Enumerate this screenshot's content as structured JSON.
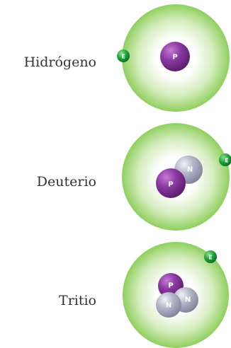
{
  "atoms": [
    {
      "name": "Hidrógeno",
      "particles": {
        "proton": "P",
        "electron": "E"
      }
    },
    {
      "name": "Deuterio",
      "particles": {
        "proton": "P",
        "neutron": "N",
        "electron": "E"
      }
    },
    {
      "name": "Tritio",
      "particles": {
        "proton": "P",
        "neutron1": "N",
        "neutron2": "N",
        "electron": "E"
      }
    }
  ],
  "colors": {
    "cloud_outer": "#8ccf5a",
    "cloud_inner": "#ffffff",
    "proton": "#7b2c8f",
    "neutron": "#9a9cb0",
    "electron": "#1e9a3a"
  }
}
